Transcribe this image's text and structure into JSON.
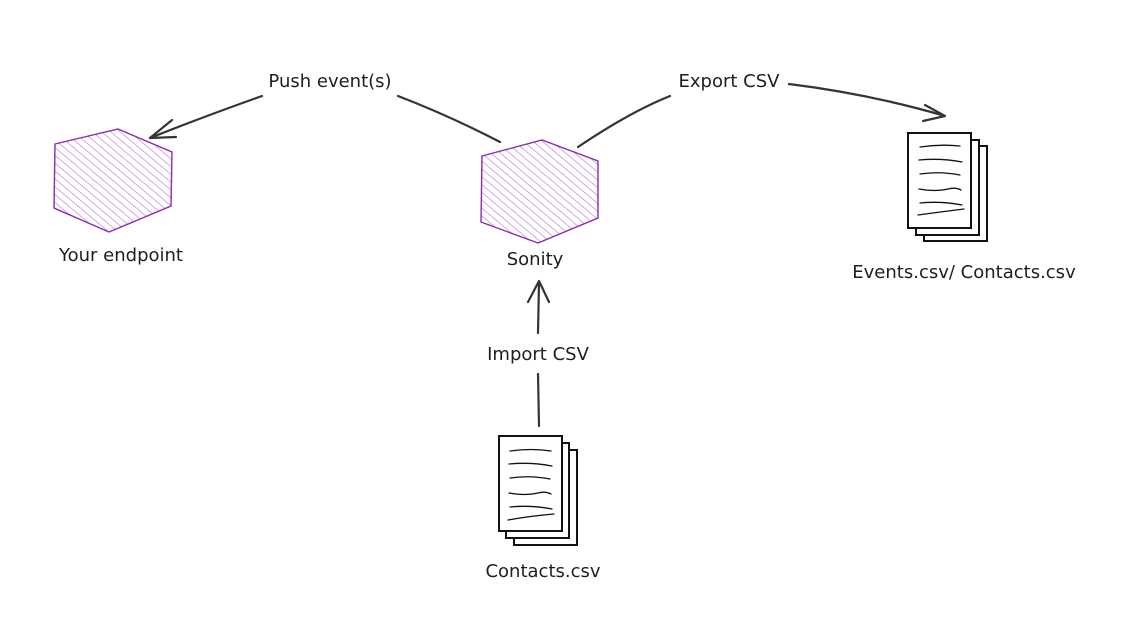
{
  "nodes": {
    "endpoint": {
      "label": "Your endpoint"
    },
    "sonity": {
      "label": "Sonity"
    },
    "export_files": {
      "label": "Events.csv/ Contacts.csv"
    },
    "import_file": {
      "label": "Contacts.csv"
    }
  },
  "edges": {
    "push": {
      "label": "Push event(s)"
    },
    "export": {
      "label": "Export CSV"
    },
    "import": {
      "label": "Import CSV"
    }
  },
  "colors": {
    "hexagon_stroke": "#8a2bb0",
    "hexagon_hatch": "#b266d6",
    "arrow": "#343434",
    "text": "#1e1e1e"
  },
  "icons": {
    "service": "hexagon-icon",
    "files": "document-stack-icon"
  }
}
